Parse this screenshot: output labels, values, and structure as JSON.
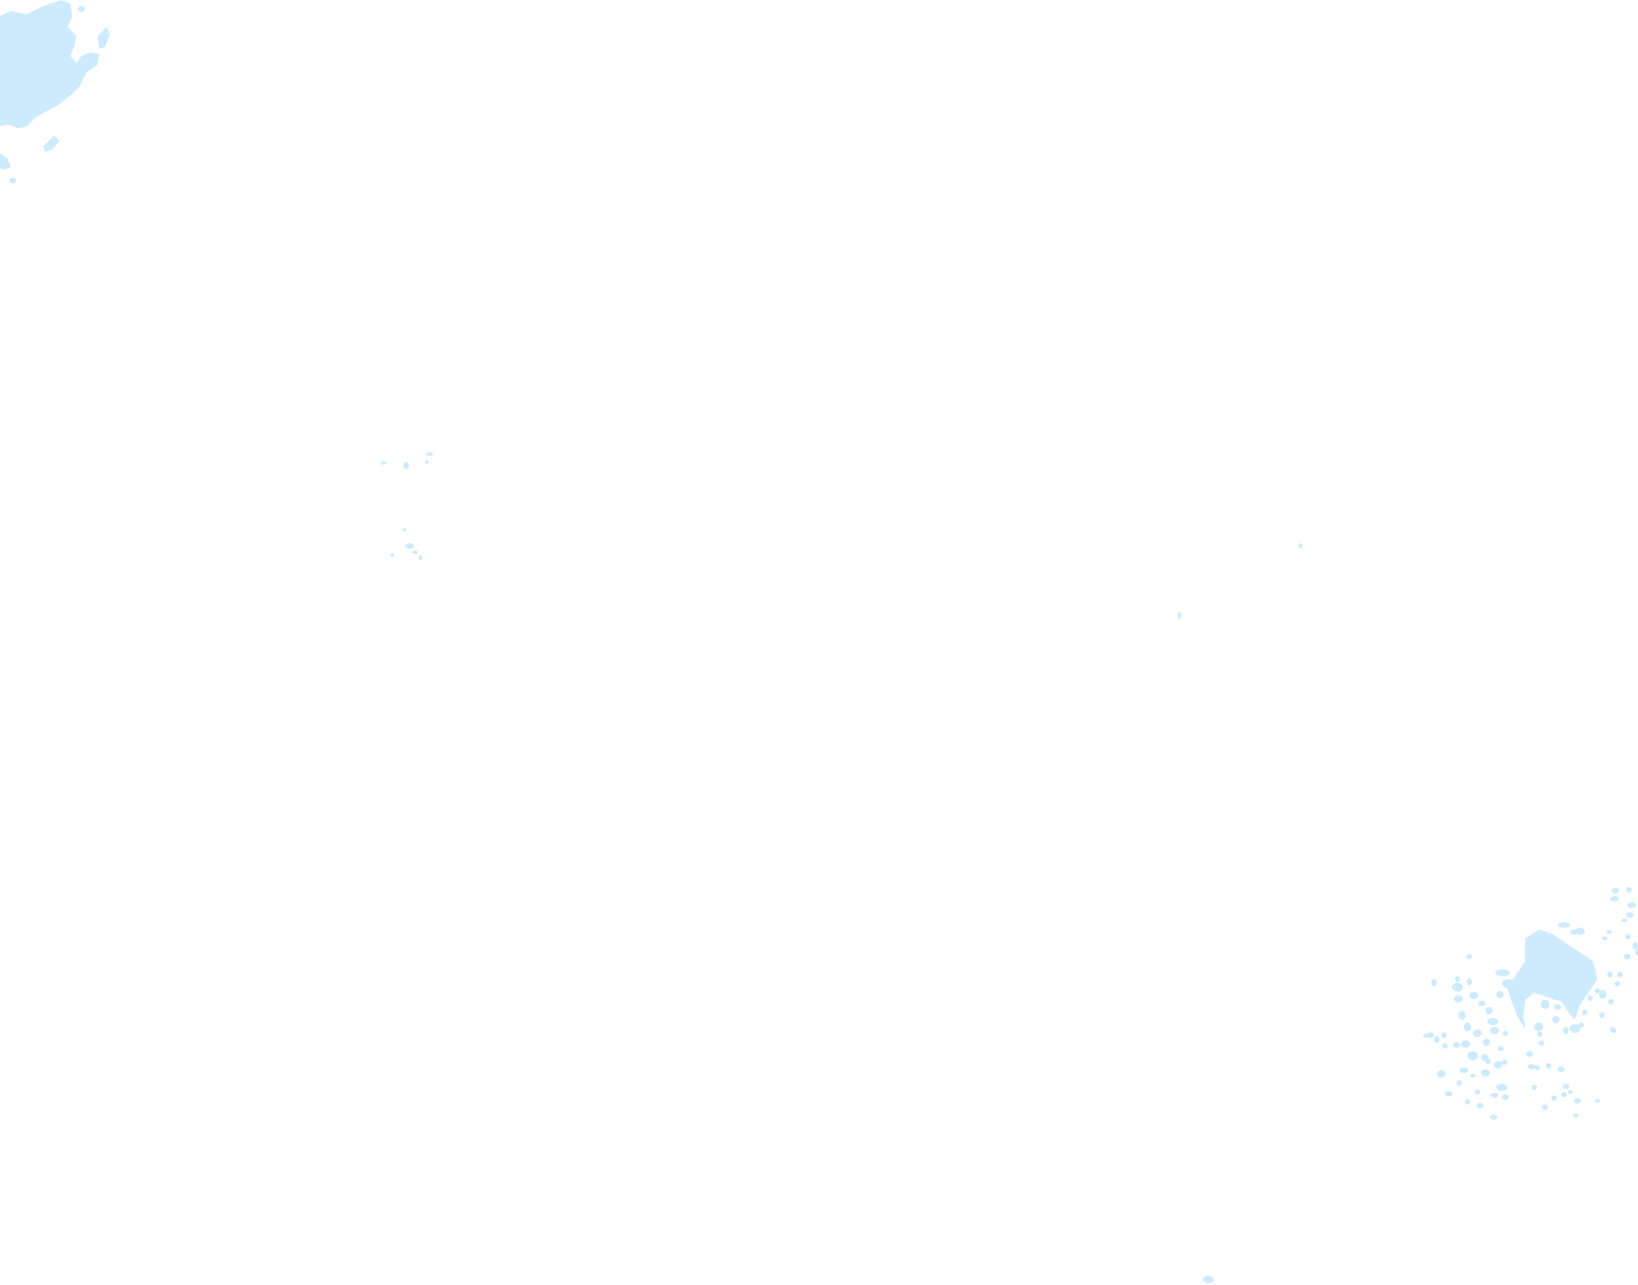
{
  "map": {
    "land_color": "#ffffff",
    "water_color": "#cdebfd",
    "features": [
      "lake-cluster-northwest",
      "small-ponds-center-west",
      "small-ponds-center-east",
      "lake-cluster-southeast"
    ]
  }
}
